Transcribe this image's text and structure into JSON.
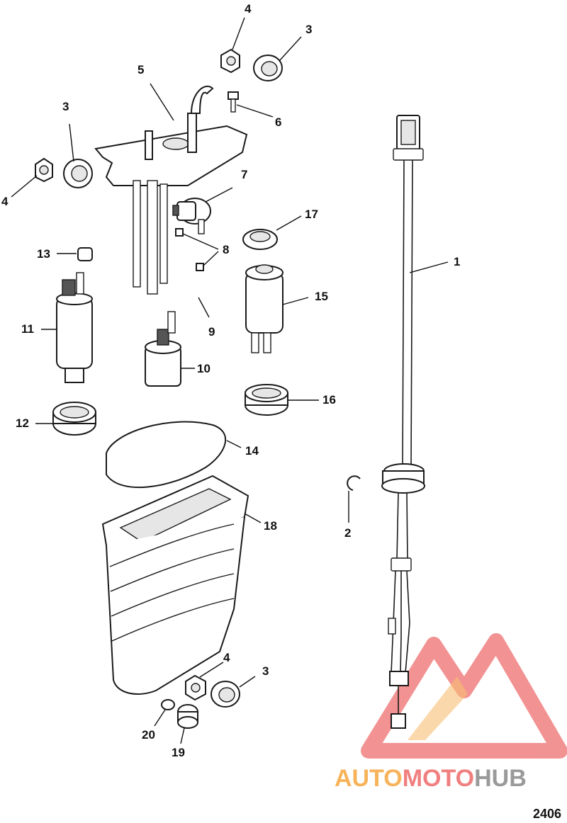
{
  "figure_number": "2406",
  "callouts": {
    "c1": "1",
    "c2": "2",
    "c3a": "3",
    "c3b": "3",
    "c3c": "3",
    "c4a": "4",
    "c4b": "4",
    "c4c": "4",
    "c5": "5",
    "c6": "6",
    "c7": "7",
    "c8": "8",
    "c9": "9",
    "c10": "10",
    "c11": "11",
    "c12": "12",
    "c13": "13",
    "c14": "14",
    "c15": "15",
    "c16": "16",
    "c17": "17",
    "c18": "18",
    "c19": "19",
    "c20": "20"
  },
  "watermark": {
    "text_part1": "AUTO",
    "text_part2": "MOTO",
    "text_part3": "HUB",
    "color_orange": "#f7b35a",
    "color_red": "#f08080",
    "color_gray": "#9a9a9a"
  }
}
